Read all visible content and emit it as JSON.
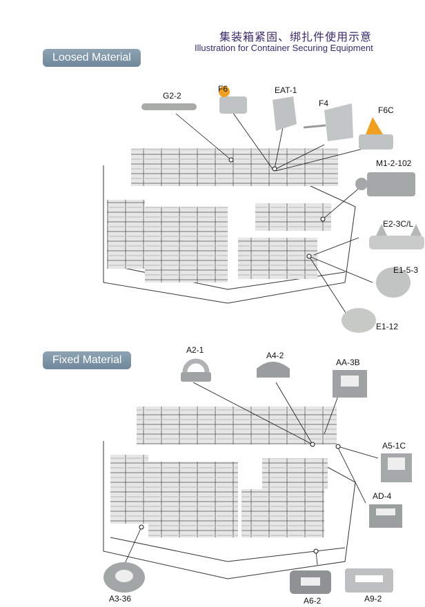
{
  "header": {
    "title_cn": "集装箱紧固、绑扎件使用示意",
    "title_en": "Illustration for Container Securing Equipment"
  },
  "sections": {
    "loose": "Loosed Material",
    "fixed": "Fixed Material"
  },
  "loose_parts": [
    "G2-2",
    "F6",
    "EAT-1",
    "F4",
    "F6C",
    "M1-2-102",
    "E2-3C/L",
    "E1-5-3",
    "E1-12"
  ],
  "fixed_parts": [
    "A2-1",
    "A4-2",
    "AA-3B",
    "A5-1C",
    "AD-4",
    "A3-36",
    "A6-2",
    "A9-2"
  ],
  "colors": {
    "section_bg": "#7a91a3",
    "title": "#3a2a6a",
    "part": "#b9bcbe",
    "accent": "#f0a020"
  }
}
